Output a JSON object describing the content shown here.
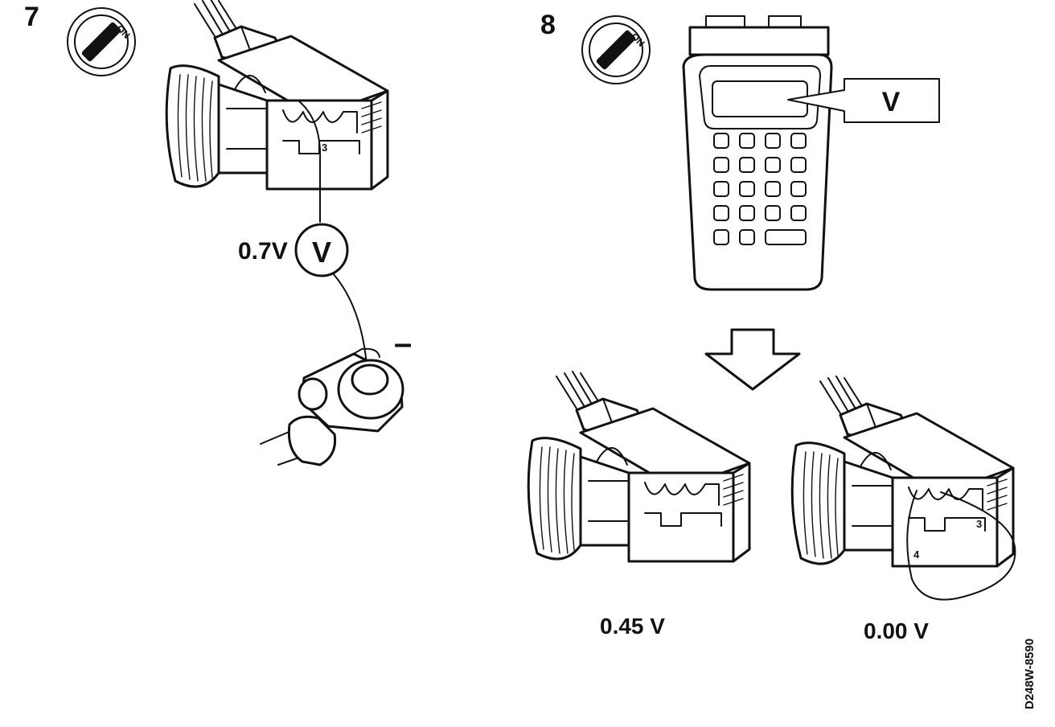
{
  "step7": {
    "number": "7",
    "ignition_label": "ON",
    "pin_label": "3",
    "voltage_reading": "0.7V",
    "meter_symbol": "V",
    "ground_symbol": "–"
  },
  "step8": {
    "number": "8",
    "ignition_label": "ON",
    "display_callout": "V",
    "reading_left": "0.45 V",
    "reading_right": "0.00 V",
    "pin_label_a": "3",
    "pin_label_b": "4"
  },
  "figure_code": "D248W-8590",
  "keypad": {
    "rows": 5,
    "cols": 4
  }
}
